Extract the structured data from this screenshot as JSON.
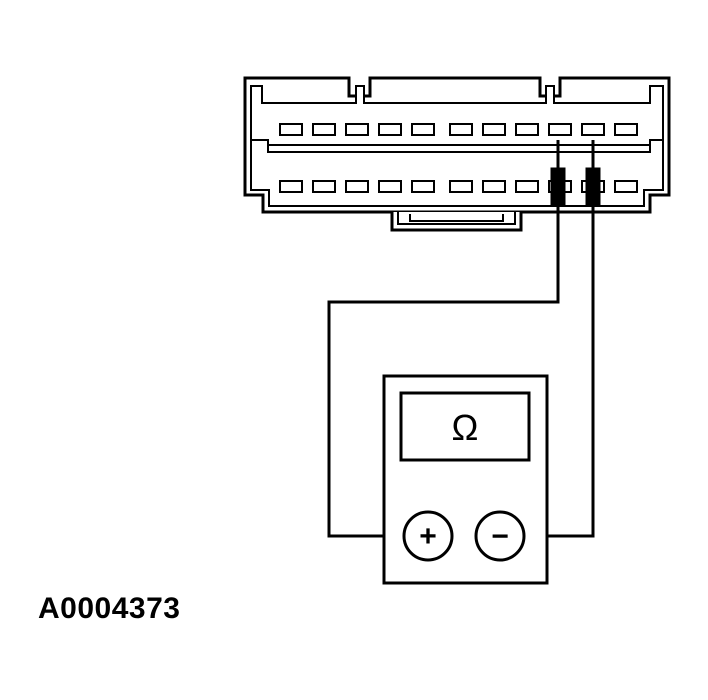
{
  "figure_id": "A0004373",
  "meter": {
    "display_symbol": "Ω",
    "positive_terminal": "+",
    "negative_terminal": "−"
  },
  "connector": {
    "rows": 2,
    "cavities_per_row": 11
  },
  "colors": {
    "line": "#000000",
    "background": "#ffffff"
  }
}
